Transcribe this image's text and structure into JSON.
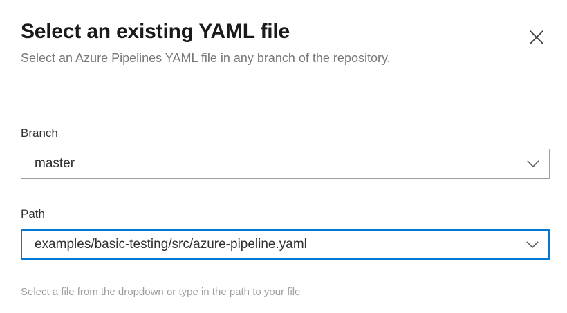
{
  "dialog": {
    "title": "Select an existing YAML file",
    "subtitle": "Select an Azure Pipelines YAML file in any branch of the repository.",
    "close_label": "Close"
  },
  "fields": {
    "branch": {
      "label": "Branch",
      "value": "master",
      "focused": false
    },
    "path": {
      "label": "Path",
      "value": "examples/basic-testing/src/azure-pipeline.yaml",
      "focused": true,
      "hint": "Select a file from the dropdown or type in the path to your file"
    }
  },
  "icons": {
    "close": "close-icon",
    "chevron": "chevron-down-icon"
  },
  "colors": {
    "accent": "#0078d4",
    "border": "#a19f9d",
    "title_text": "#1b1a19",
    "body_text": "#323130",
    "subtle_text": "#797775",
    "hint_text": "#a19f9d",
    "background": "#ffffff"
  }
}
